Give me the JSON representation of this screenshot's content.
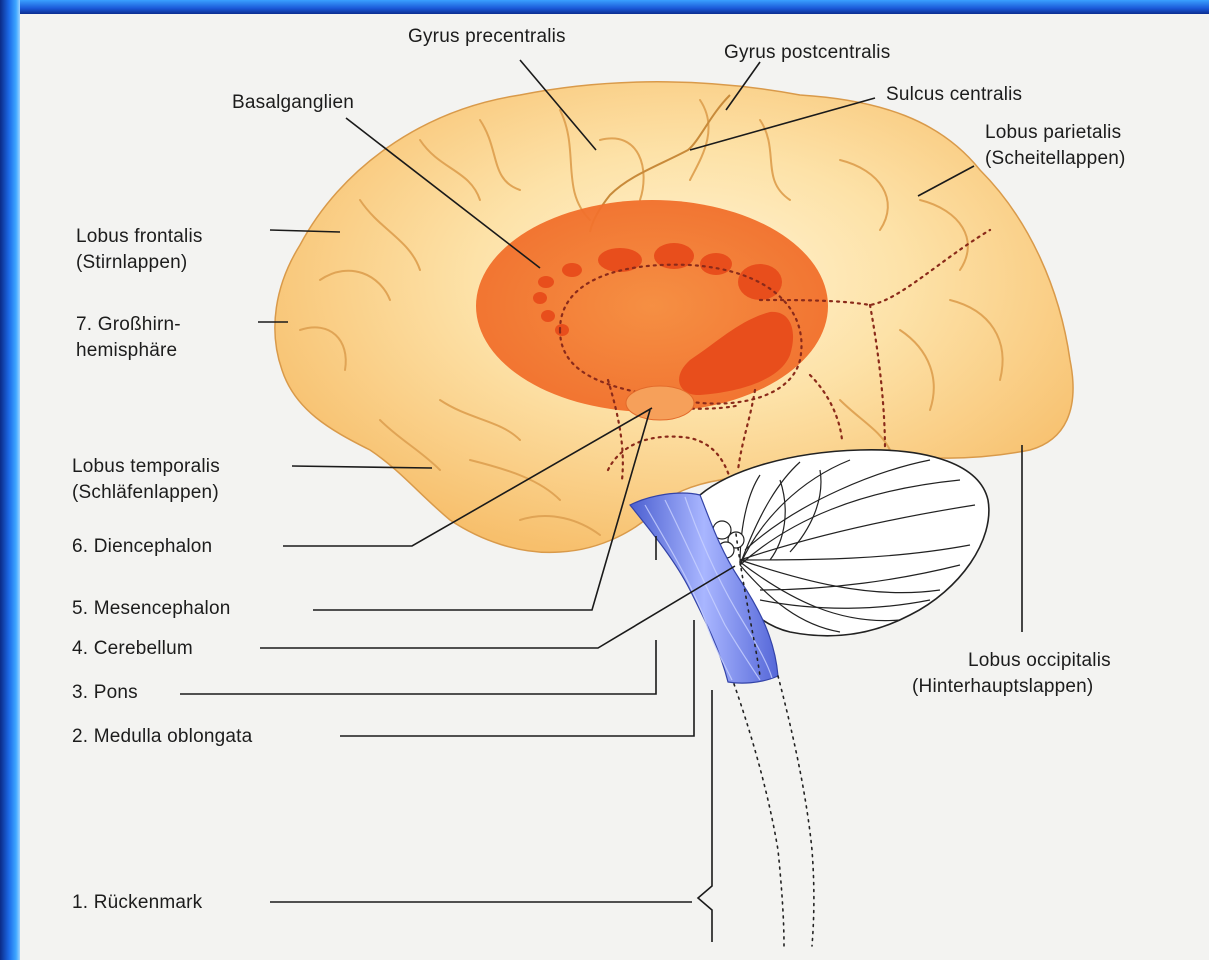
{
  "labels": {
    "gyrus_precentralis": "Gyrus precentralis",
    "gyrus_postcentralis": "Gyrus postcentralis",
    "basalganglien": "Basalganglien",
    "sulcus_centralis": "Sulcus centralis",
    "lobus_parietalis_1": "Lobus parietalis",
    "lobus_parietalis_2": "(Scheitellappen)",
    "lobus_frontalis_1": "Lobus frontalis",
    "lobus_frontalis_2": "(Stirnlappen)",
    "grosshirn_1": "7. Großhirn-",
    "grosshirn_2": "hemisphäre",
    "lobus_temporalis_1": "Lobus temporalis",
    "lobus_temporalis_2": "(Schläfenlappen)",
    "diencephalon": "6. Diencephalon",
    "mesencephalon": "5. Mesencephalon",
    "cerebellum": "4. Cerebellum",
    "pons": "3. Pons",
    "medulla": "2. Medulla oblongata",
    "rueckenmark": "1. Rückenmark",
    "lobus_occipitalis_1": "Lobus occipitalis",
    "lobus_occipitalis_2": "(Hinterhauptslappen)"
  },
  "colors": {
    "cortex": "#f9c77a",
    "cortex_light": "#fff2cf",
    "basal": "#f47a32",
    "basal_dark": "#e8501c",
    "brainstem": "#6a7de0",
    "leader": "#1a1a1a"
  }
}
